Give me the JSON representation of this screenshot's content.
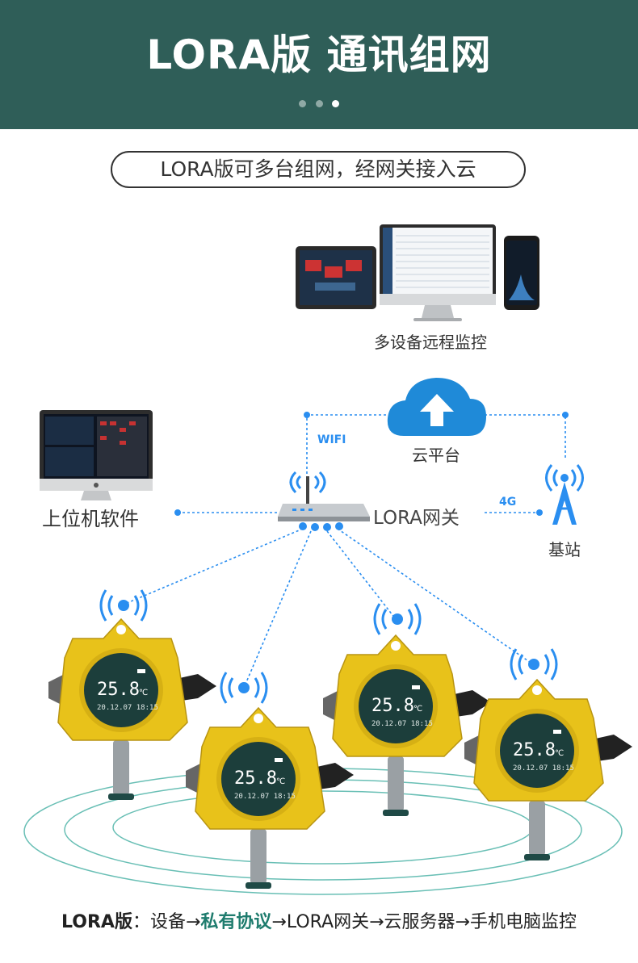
{
  "header": {
    "title": "LORA版 通讯组网",
    "dots": 3,
    "active_dot": 2
  },
  "subtitle": "LORA版可多台组网，经网关接入云",
  "labels": {
    "remote_monitor": "多设备远程监控",
    "cloud_platform": "云平台",
    "wifi": "WIFI",
    "host_software": "上位机软件",
    "gateway": "LORA网关",
    "fourg": "4G",
    "base_station": "基站"
  },
  "sensor_display": {
    "value": "25.8",
    "unit": "℃",
    "date": "20.12.07",
    "time": "18:15"
  },
  "footer": {
    "prefix": "LORA版",
    "part1": "：设备→",
    "highlight": "私有协议",
    "part2": "→LORA网关→云服务器→手机电脑监控"
  },
  "colors": {
    "header_bg": "#2f5e58",
    "line_blue": "#2a8ef0",
    "cloud_blue": "#1f8ad8",
    "device_yellow": "#e8c21a",
    "highlight_green": "#1f7c6e"
  }
}
